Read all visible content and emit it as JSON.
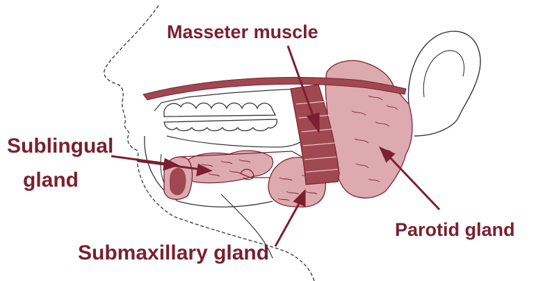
{
  "labels": {
    "masseter": "Masseter muscle",
    "sublingual_line1": "Sublingual",
    "sublingual_line2": "gland",
    "submaxillary": "Submaxillary gland",
    "parotid": "Parotid gland"
  },
  "colors": {
    "label_text": "#7a2030",
    "gland_fill": "#ddaab0",
    "gland_outline": "#7a2030",
    "muscle_fill": "#a04850",
    "outline": "#333333"
  }
}
